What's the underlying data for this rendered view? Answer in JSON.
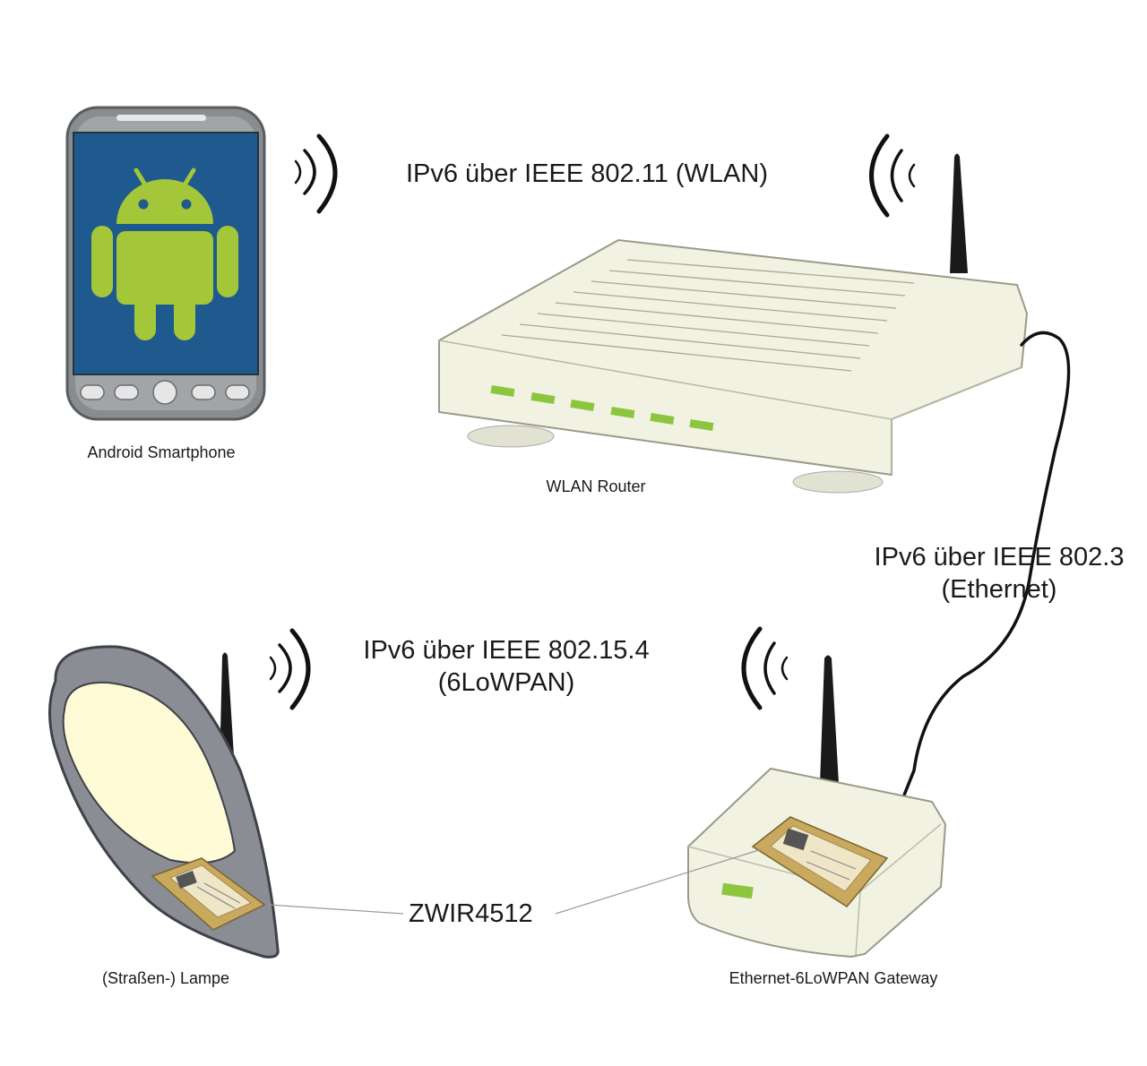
{
  "protocols": {
    "wlan": "IPv6 über IEEE 802.11 (WLAN)",
    "ethernet_line1": "IPv6 über IEEE 802.3",
    "ethernet_line2": "(Ethernet)",
    "lowpan_line1": "IPv6 über IEEE 802.15.4",
    "lowpan_line2": "(6LoWPAN)"
  },
  "devices": {
    "smartphone": "Android Smartphone",
    "router": "WLAN Router",
    "lamp": "(Straßen-) Lampe",
    "gateway": "Ethernet-6LoWPAN Gateway"
  },
  "module": "ZWIR4512",
  "colors": {
    "android_green": "#a4c639",
    "phone_screen": "#1f5a8e",
    "phone_body": "#8a8d90",
    "device_body": "#f2f2e2",
    "led_green": "#8cc63f",
    "lamp_glass": "#fffbd6",
    "lamp_shell": "#8a8e94",
    "module_gold": "#c8a95e"
  }
}
